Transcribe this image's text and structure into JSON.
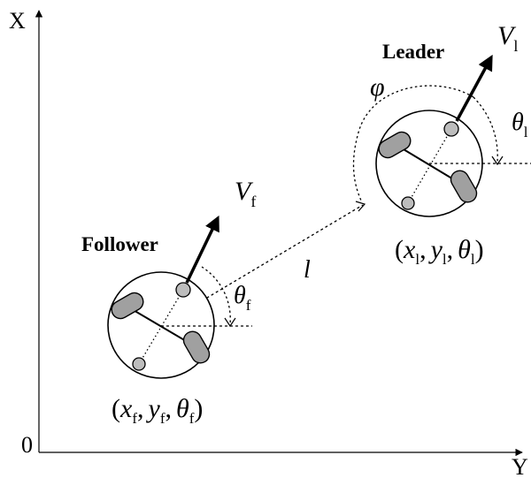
{
  "axes": {
    "x_axis_label": "X",
    "y_axis_label": "Y",
    "origin_label": "0"
  },
  "leader": {
    "title": "Leader",
    "velocity": {
      "symbol": "V",
      "subscript": "l"
    },
    "heading": {
      "symbol": "θ",
      "subscript": "l"
    },
    "pose": {
      "open": "(",
      "x": "x",
      "x_sub": "l",
      "y": "y",
      "y_sub": "l",
      "theta": "θ",
      "theta_sub": "l",
      "close": ")"
    }
  },
  "follower": {
    "title": "Follower",
    "velocity": {
      "symbol": "V",
      "subscript": "f"
    },
    "heading": {
      "symbol": "θ",
      "subscript": "f"
    },
    "pose": {
      "open": "(",
      "x": "x",
      "x_sub": "f",
      "y": "y",
      "y_sub": "f",
      "theta": "θ",
      "theta_sub": "f",
      "close": ")"
    }
  },
  "relative": {
    "distance_symbol": "l",
    "bearing_symbol": "φ"
  },
  "comma": ","
}
